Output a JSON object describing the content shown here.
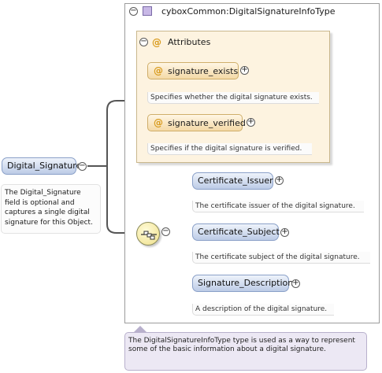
{
  "type_box": {
    "title": "cyboxCommon:DigitalSignatureInfoType",
    "description": "The DigitalSignatureInfoType type is used as a way to represent some of the basic information about a digital signature."
  },
  "attributes": {
    "title": "Attributes",
    "items": [
      {
        "name": "signature_exists",
        "description": "Specifies whether the digital signature exists."
      },
      {
        "name": "signature_verified",
        "description": "Specifies if the digital signature is verified."
      }
    ]
  },
  "elements": [
    {
      "name": "Certificate_Issuer",
      "description": "The certificate issuer of the digital signature."
    },
    {
      "name": "Certificate_Subject",
      "description": "The certificate subject of the digital signature."
    },
    {
      "name": "Signature_Description",
      "description": "A description of the digital signature."
    }
  ],
  "root": {
    "name": "Digital_Signature",
    "description": "The Digital_Signature field is optional and captures a single digital signature for this Object."
  },
  "symbols": {
    "collapse": "−",
    "expand": "+",
    "attribute": "@"
  },
  "colors": {
    "attribute_panel": "#fdf3e0",
    "element_pill": "#bccbe6",
    "compositor": "#efe08a",
    "type_doc": "#ece8f4"
  }
}
